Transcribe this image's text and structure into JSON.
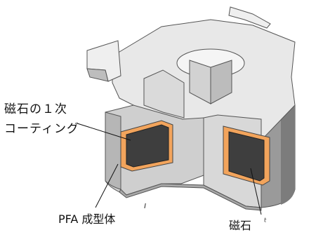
{
  "labels": {
    "coating_line1": "磁石の１次",
    "coating_line2": "コーティング",
    "pfa_molding": "PFA 成型体",
    "magnet": "磁石",
    "fragment_n": "ı",
    "fragment_t": "ᵗ"
  },
  "colors": {
    "background": "#ffffff",
    "body_light": "#e6e6e6",
    "body_mid": "#c8c8c8",
    "body_dark": "#8a8a8a",
    "magnet_fill": "#3e3e3e",
    "coating": "#f2a45c",
    "leader_line": "#111111"
  }
}
